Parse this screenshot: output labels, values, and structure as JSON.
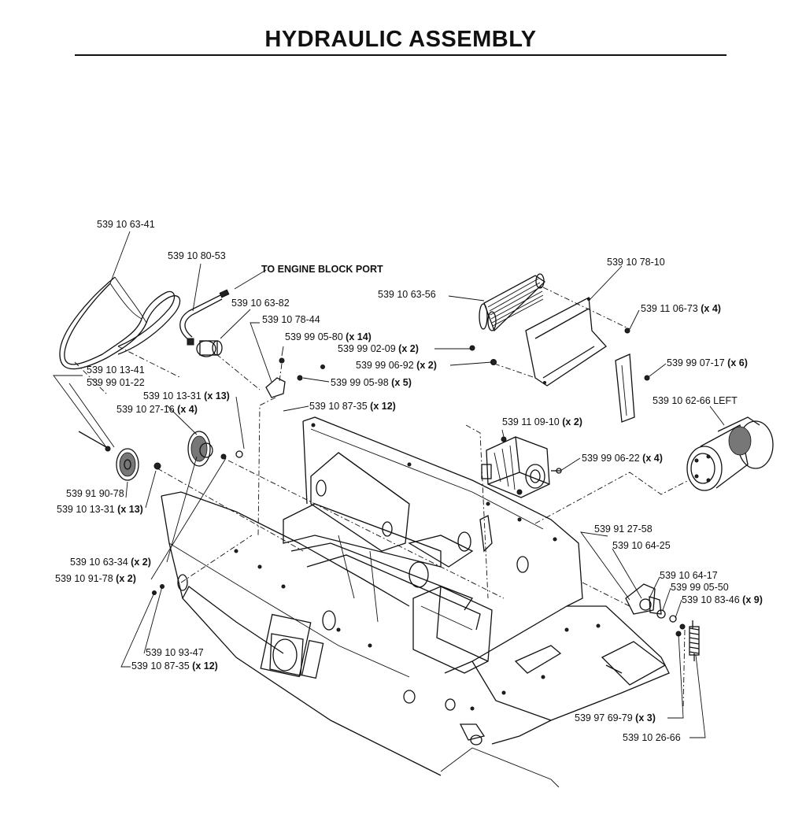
{
  "title": "HYDRAULIC ASSEMBLY",
  "labels": [
    {
      "part": "539 10 63-41",
      "qty": ""
    },
    {
      "part": "539 10 80-53",
      "qty": ""
    },
    {
      "part": "TO ENGINE BLOCK PORT",
      "qty": ""
    },
    {
      "part": "539 10 63-82",
      "qty": ""
    },
    {
      "part": "539 10 78-44",
      "qty": ""
    },
    {
      "part": "539 99 05-80",
      "qty": "(x 14)"
    },
    {
      "part": "539 99 02-09",
      "qty": "(x 2)"
    },
    {
      "part": "539 99 06-92",
      "qty": "(x 2)"
    },
    {
      "part": "539 99 05-98",
      "qty": "(x 5)"
    },
    {
      "part": "539 10 87-35",
      "qty": "(x 12)"
    },
    {
      "part": "539 10 63-56",
      "qty": ""
    },
    {
      "part": "539 10 78-10",
      "qty": ""
    },
    {
      "part": "539 11 06-73",
      "qty": "(x 4)"
    },
    {
      "part": "539 99 07-17",
      "qty": "(x 6)"
    },
    {
      "part": "539 10 62-66 LEFT",
      "qty": ""
    },
    {
      "part": "539 10 13-41",
      "qty": ""
    },
    {
      "part": "539 99 01-22",
      "qty": ""
    },
    {
      "part": "539 10 13-31",
      "qty": "(x 13)"
    },
    {
      "part": "539 10 27-16",
      "qty": "(x 4)"
    },
    {
      "part": "539 11 09-10",
      "qty": "(x 2)"
    },
    {
      "part": "539 99 06-22",
      "qty": "(x 4)"
    },
    {
      "part": "539 91 90-78",
      "qty": ""
    },
    {
      "part": "539 10 13-31",
      "qty": "(x 13)"
    },
    {
      "part": "539 91 27-58",
      "qty": ""
    },
    {
      "part": "539 10 64-25",
      "qty": ""
    },
    {
      "part": "539 10 63-34",
      "qty": "(x 2)"
    },
    {
      "part": "539 10 91-78",
      "qty": "(x 2)"
    },
    {
      "part": "539 10 64-17",
      "qty": ""
    },
    {
      "part": "539 99 05-50",
      "qty": ""
    },
    {
      "part": "539 10 83-46",
      "qty": "(x 9)"
    },
    {
      "part": "539 10 93-47",
      "qty": ""
    },
    {
      "part": "539 10 87-35",
      "qty": "(x 12)"
    },
    {
      "part": "539 97 69-79",
      "qty": "(x 3)"
    },
    {
      "part": "539 10 26-66",
      "qty": ""
    }
  ]
}
